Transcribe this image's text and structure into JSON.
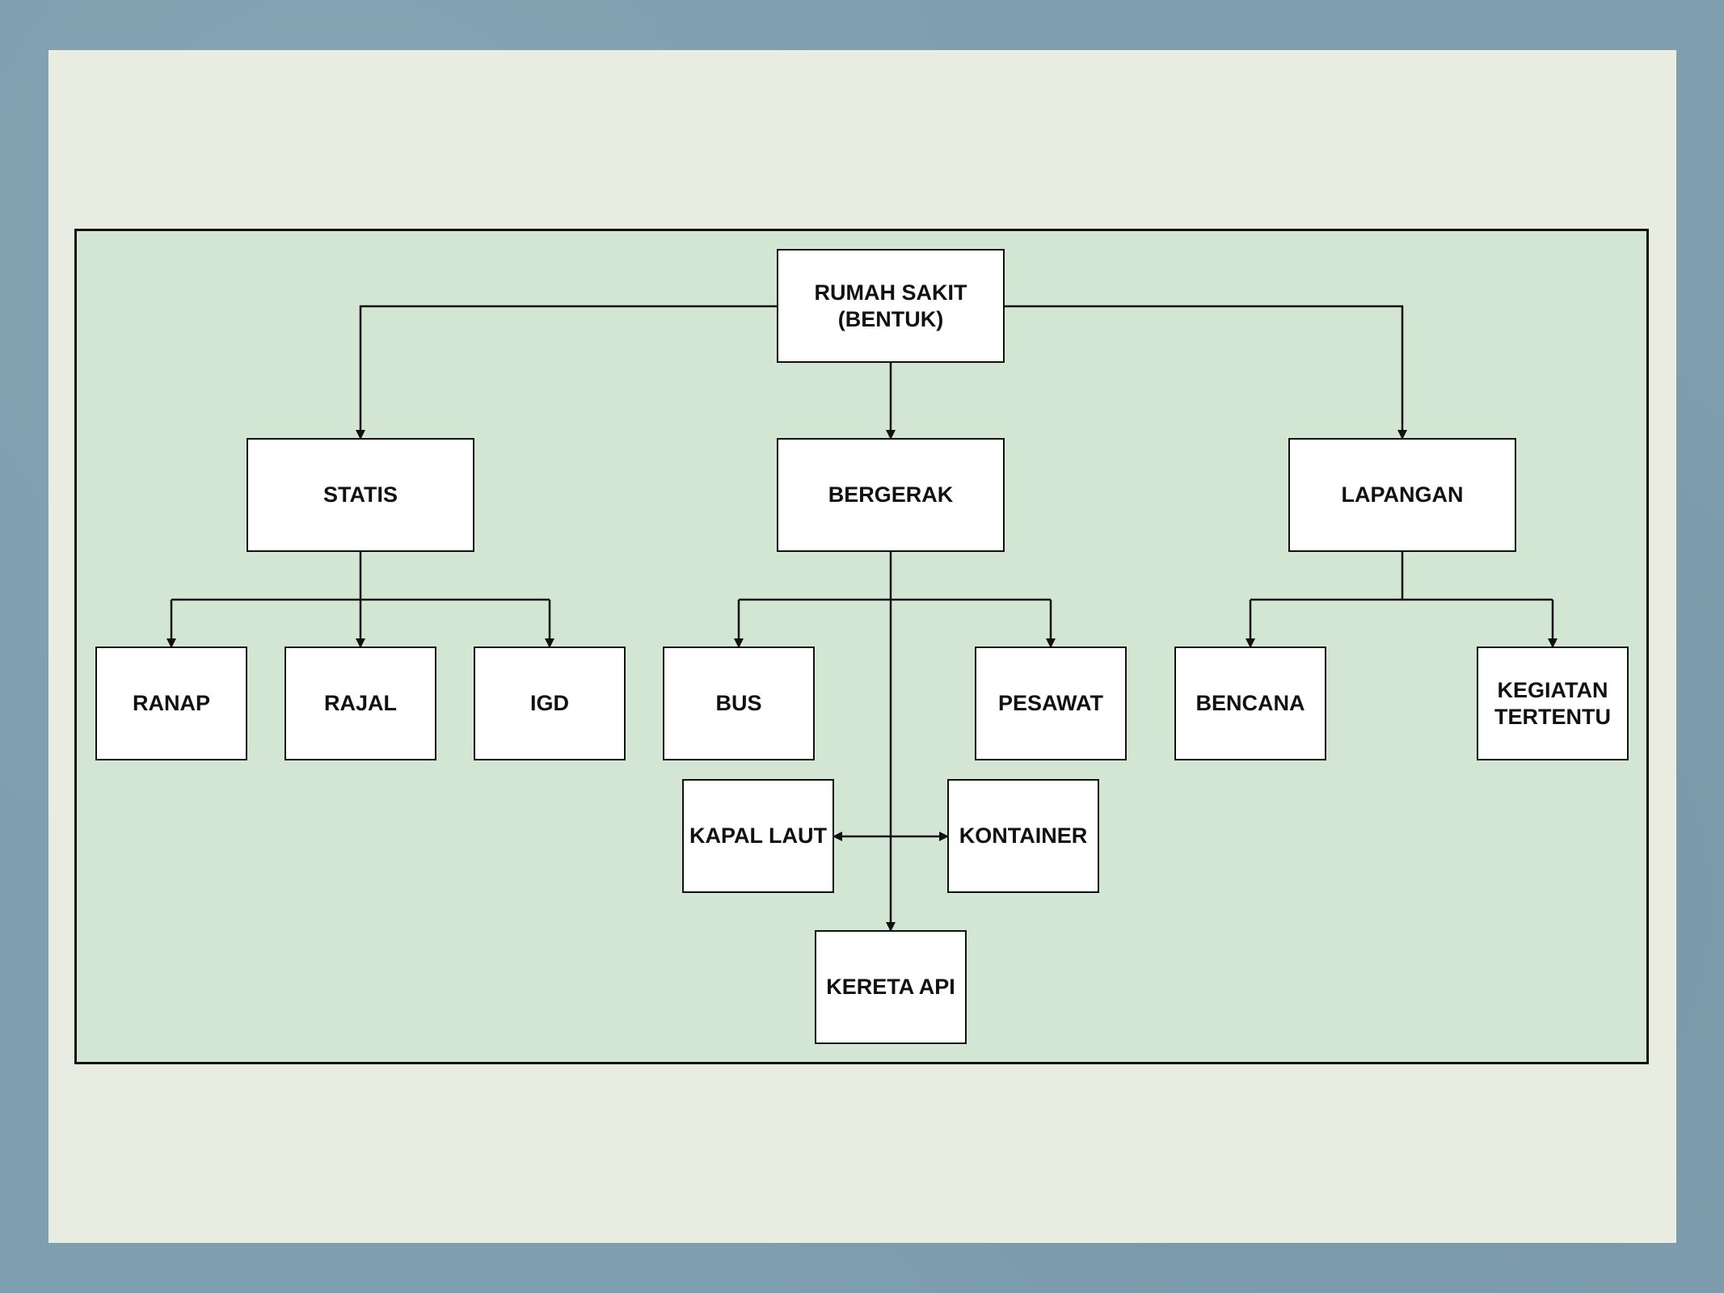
{
  "diagram": {
    "root": "RUMAH SAKIT\n(BENTUK)",
    "categories": [
      {
        "label": "STATIS",
        "children": [
          "RANAP",
          "RAJAL",
          "IGD"
        ]
      },
      {
        "label": "BERGERAK",
        "children": [
          "BUS",
          "PESAWAT",
          "KAPAL LAUT",
          "KONTAINER",
          "KERETA API"
        ]
      },
      {
        "label": "LAPANGAN",
        "children": [
          "BENCANA",
          "KEGIATAN\nTERTENTU"
        ]
      }
    ]
  },
  "colors": {
    "outer_frame": "#7e9fb0",
    "slide_background": "#e9ece0",
    "diagram_background": "#d3e6d3",
    "node_fill": "#ffffff",
    "stroke": "#111111"
  }
}
